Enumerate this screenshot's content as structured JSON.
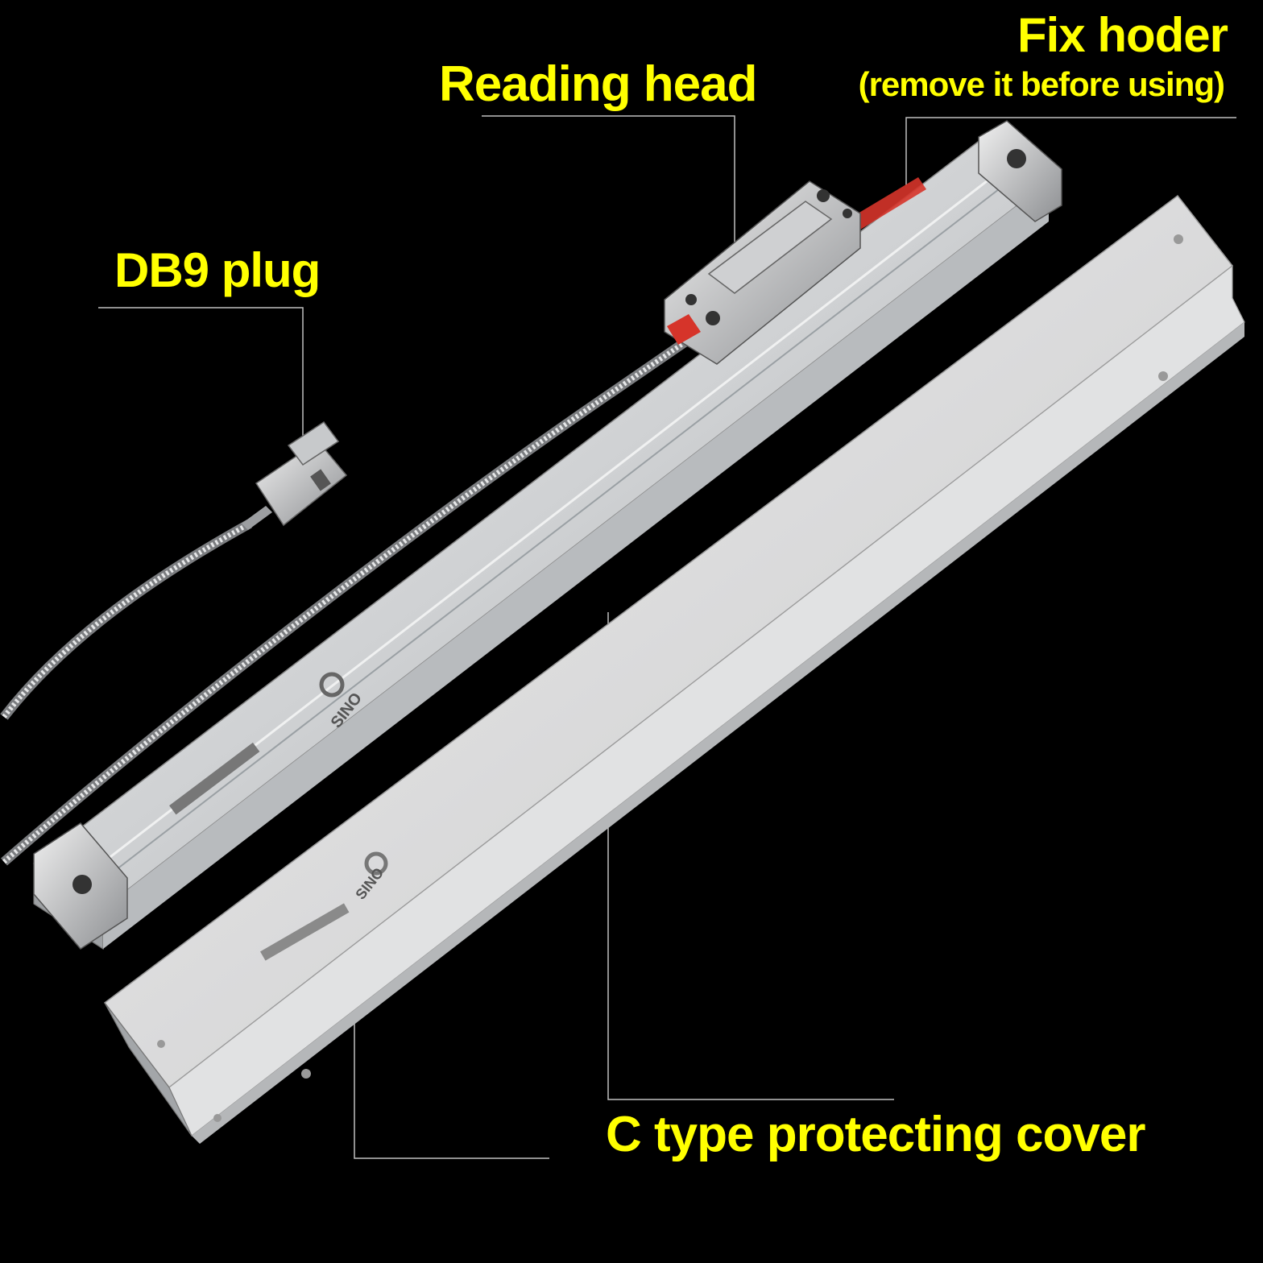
{
  "labels": {
    "fix_holder": "Fix hoder",
    "fix_holder_note": "(remove it before using)",
    "reading_head": "Reading head",
    "db9_plug": "DB9 plug",
    "cover": "C type protecting cover"
  },
  "brand": {
    "logo_text": "SINO"
  },
  "colors": {
    "background": "#000000",
    "label": "#ffff00",
    "leader_line": "#bfbfbf",
    "aluminum": "#d9dadb",
    "accent_red": "#d6342a"
  }
}
